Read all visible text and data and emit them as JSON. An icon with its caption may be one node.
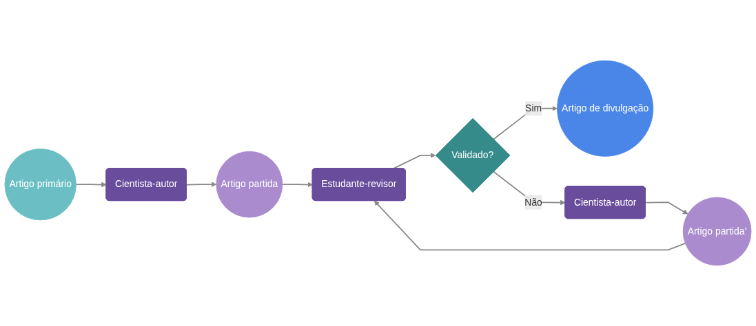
{
  "diagram": {
    "nodes": [
      {
        "text": [
          "Artigo primário"
        ]
      },
      {
        "text": [
          "Cientista-autor"
        ]
      },
      {
        "text": [
          "Artigo partida"
        ]
      },
      {
        "text": [
          "Estudante-revisor"
        ]
      },
      {
        "text": [
          "Artigo partida’"
        ]
      },
      {
        "text": [
          "Validado?"
        ]
      },
      {
        "text": [
          "Artigo de divulgação"
        ]
      },
      {
        "text": [
          "Cientista-autor"
        ]
      }
    ],
    "edges": [
      {
        "from": 0,
        "to": 1,
        "arrow": "to"
      },
      {
        "from": 1,
        "to": 2,
        "arrow": "to"
      },
      {
        "from": 2,
        "to": 3,
        "arrow": "to"
      },
      {
        "from": 4,
        "to": 3,
        "arrow": "to"
      },
      {
        "from": 3,
        "to": 5,
        "arrow": "to"
      },
      {
        "from": 5,
        "to": 6,
        "label": "Sim",
        "arrow": "to"
      },
      {
        "from": 5,
        "to": 7,
        "label": "Não",
        "arrow": "to"
      },
      {
        "from": 7,
        "to": 4,
        "arrow": "to"
      }
    ]
  }
}
